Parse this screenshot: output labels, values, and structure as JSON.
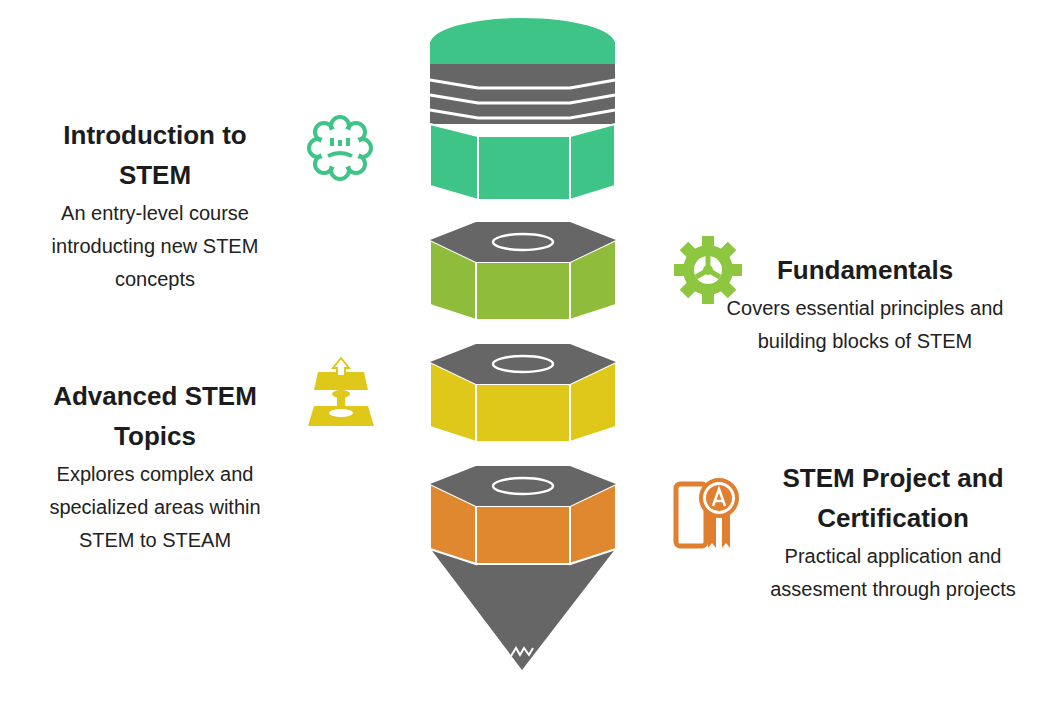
{
  "diagram": {
    "nodes": [
      {
        "text": [
          "Introduction to STEM",
          "An entry-level course introducting new STEM concepts"
        ]
      },
      {
        "text": [
          "Fundamentals",
          "Covers essential principles and building blocks of STEM"
        ]
      },
      {
        "text": [
          "Advanced STEM Topics",
          "Explores complex and specialized areas within STEM to STEAM"
        ]
      },
      {
        "text": [
          "STEM Project and Certification",
          "Practical application and assesment through projects"
        ]
      }
    ]
  }
}
